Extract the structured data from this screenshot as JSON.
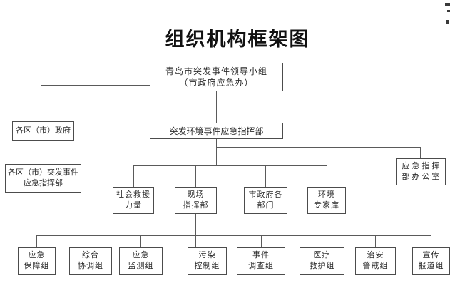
{
  "title": "组织机构框架图",
  "colors": {
    "line": "#5a5a5a",
    "border": "#4c4c4c",
    "text": "#2b2b2b",
    "background": "#ffffff"
  },
  "nodes": {
    "leader_group": {
      "line1": "青岛市突发事件领导小组",
      "line2": "（市政府应急办）"
    },
    "district_gov": {
      "line1": "各区（市）政府"
    },
    "command_hq": {
      "line1": "突发环境事件应急指挥部"
    },
    "district_hq": {
      "line1": "各区（市）突发事件",
      "line2": "应急指挥部"
    },
    "hq_office": {
      "line1": "应急指挥",
      "line2": "部办公室"
    },
    "social_rescue": {
      "line1": "社会救援",
      "line2": "力量"
    },
    "field_hq": {
      "line1": "现场",
      "line2": "指挥部"
    },
    "gov_departments": {
      "line1": "市政府各",
      "line2": "部门"
    },
    "expert_pool": {
      "line1": "环境",
      "line2": "专家库"
    },
    "teams": [
      {
        "line1": "应急",
        "line2": "保障组"
      },
      {
        "line1": "综合",
        "line2": "协调组"
      },
      {
        "line1": "应急",
        "line2": "监测组"
      },
      {
        "line1": "污染",
        "line2": "控制组"
      },
      {
        "line1": "事件",
        "line2": "调查组"
      },
      {
        "line1": "医疗",
        "line2": "救护组"
      },
      {
        "line1": "治安",
        "line2": "警戒组"
      },
      {
        "line1": "宣传",
        "line2": "报道组"
      }
    ]
  }
}
